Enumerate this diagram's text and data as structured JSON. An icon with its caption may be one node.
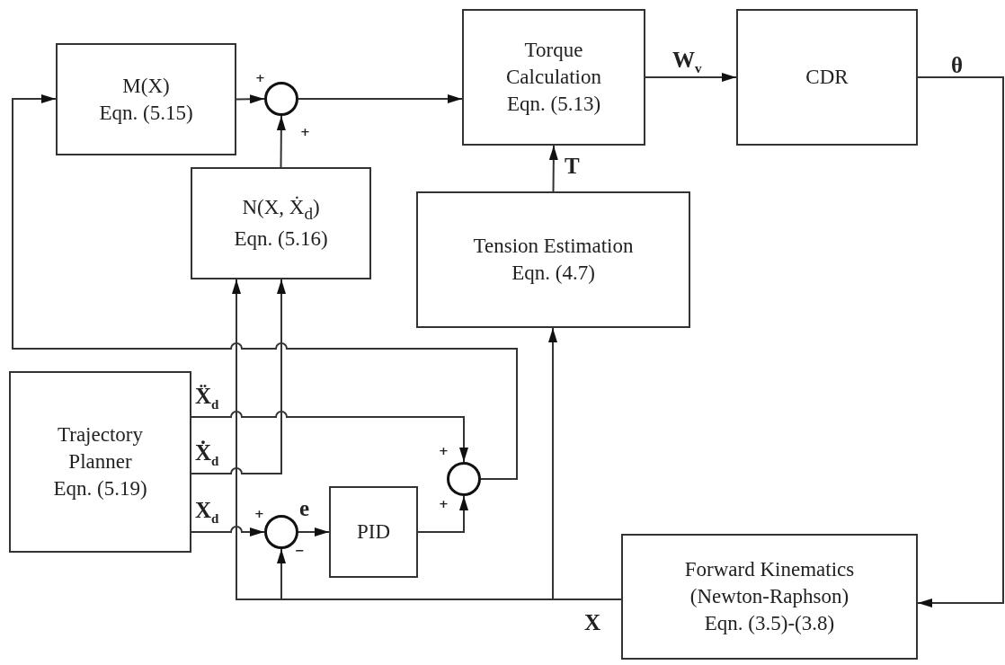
{
  "diagram": {
    "nodes": [
      {
        "text": [
          "M(X)",
          "Eqn. (5.15)"
        ]
      },
      {
        "text": [],
        "shape": "circle",
        "beside": [
          "+",
          "+"
        ]
      },
      {
        "text": [
          "Torque Calculation",
          "Eqn. (5.13)"
        ]
      },
      {
        "text": [
          "CDR"
        ]
      },
      {
        "text": [
          "N(X, Ẋ$_{d}$)",
          "Eqn. (5.16)"
        ]
      },
      {
        "text": [
          "Tension Estimation",
          "Eqn. (4.7)"
        ]
      },
      {
        "text": [
          "Trajectory Planner",
          "Eqn. (5.19)"
        ]
      },
      {
        "text": [],
        "shape": "circle",
        "beside": [
          "+",
          "+"
        ]
      },
      {
        "text": [],
        "shape": "circle",
        "beside": [
          "+",
          "−"
        ]
      },
      {
        "text": [
          "PID"
        ]
      },
      {
        "text": [
          "Forward Kinematics (Newton-Raphson)",
          "Eqn. (3.5)-(3.8)"
        ]
      }
    ],
    "edges": [
      {
        "from": 0,
        "to": 1,
        "arrow": "to"
      },
      {
        "from": 4,
        "to": 1,
        "arrow": "to"
      },
      {
        "from": 1,
        "to": 2,
        "arrow": "to"
      },
      {
        "from": 2,
        "to": 3,
        "arrow": "to",
        "label": "W$_{v}$"
      },
      {
        "from": 3,
        "to": 10,
        "arrow": "to",
        "label": "θ"
      },
      {
        "from": 5,
        "to": 2,
        "arrow": "to",
        "label": "T"
      },
      {
        "from": 6,
        "to": 7,
        "arrow": "to",
        "label": "Ẍ$_{d}$"
      },
      {
        "from": 6,
        "to": 4,
        "arrow": "to",
        "label": "Ẋ$_{d}$"
      },
      {
        "from": 6,
        "to": 8,
        "arrow": "to",
        "label": "X$_{d}$"
      },
      {
        "from": 8,
        "to": 9,
        "arrow": "to",
        "label": "e"
      },
      {
        "from": 9,
        "to": 7,
        "arrow": "to"
      },
      {
        "from": 7,
        "to": 0,
        "arrow": "to"
      },
      {
        "from": 10,
        "to": 5,
        "arrow": "to",
        "label": "X"
      },
      {
        "from": 10,
        "to": 4,
        "arrow": "to"
      },
      {
        "from": 10,
        "to": 8,
        "arrow": "to"
      }
    ]
  }
}
